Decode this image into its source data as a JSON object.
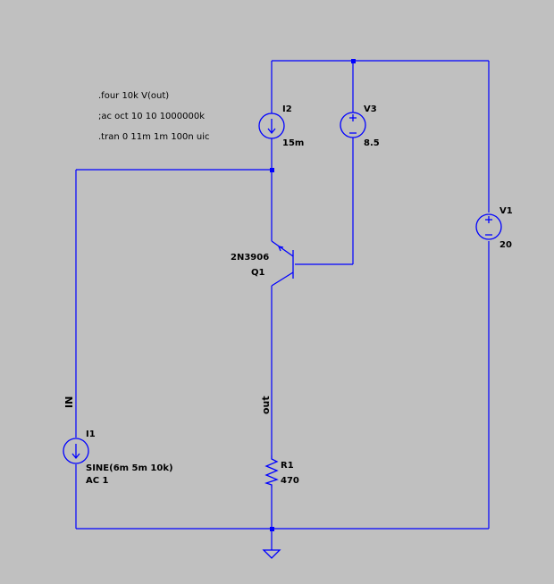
{
  "directives": {
    "four": ".four 10k V(out)",
    "ac": ";ac oct 10 10 1000000k",
    "tran": ".tran 0 11m 1m 100n uic"
  },
  "components": {
    "I1": {
      "name": "I1",
      "value": "SINE(6m 5m 10k)",
      "ac": "AC 1"
    },
    "I2": {
      "name": "I2",
      "value": "15m"
    },
    "V1": {
      "name": "V1",
      "value": "20"
    },
    "V3": {
      "name": "V3",
      "value": "8.5"
    },
    "Q1": {
      "name": "Q1",
      "model": "2N3906"
    },
    "R1": {
      "name": "R1",
      "value": "470"
    }
  },
  "nets": {
    "in": "IN",
    "out": "out"
  },
  "colors": {
    "background": "#c0c0c0",
    "wire": "#0000ff",
    "text": "#000000"
  }
}
